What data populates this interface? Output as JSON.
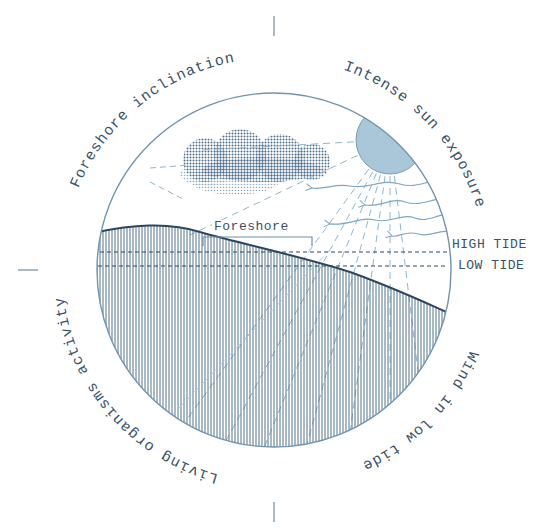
{
  "diagram": {
    "labels": [
      "Foreshore inclination",
      "Intense sun exposure",
      "Wind in low tide",
      "Living organisms activity",
      "Foreshore",
      "HIGH TIDE",
      "LOW TIDE"
    ]
  }
}
